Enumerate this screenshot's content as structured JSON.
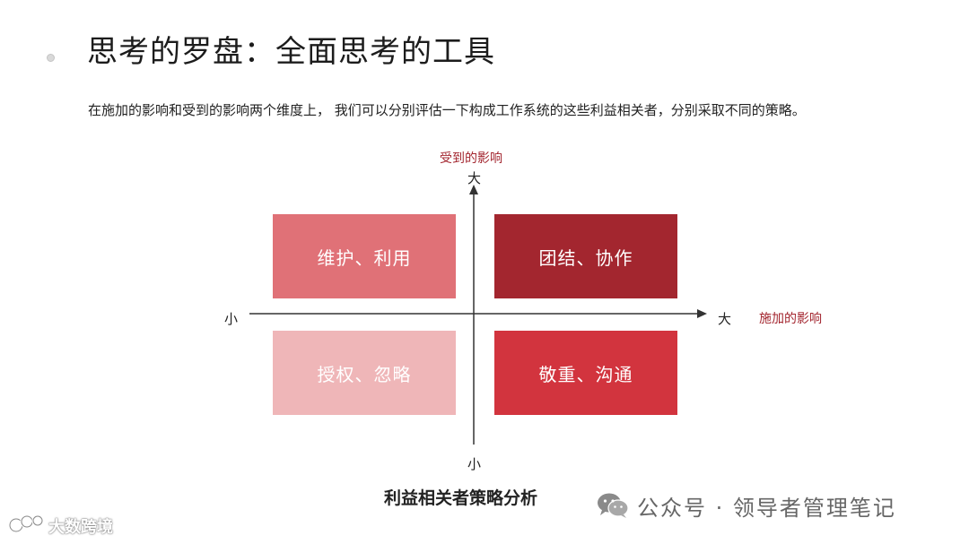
{
  "header": {
    "title": "思考的罗盘：全面思考的工具",
    "subtitle": "在施加的影响和受到的影响两个维度上， 我们可以分别评估一下构成工作系统的这些利益相关者，分别采取不同的策略。"
  },
  "diagram": {
    "y_axis": {
      "title": "受到的影响",
      "high_label": "大",
      "low_label": "小"
    },
    "x_axis": {
      "title": "施加的影响",
      "high_label": "大",
      "low_label": "小"
    },
    "quadrants": {
      "top_left": {
        "label": "维护、利用",
        "color": "#e07177"
      },
      "top_right": {
        "label": "团结、协作",
        "color": "#a3262f"
      },
      "bottom_left": {
        "label": "授权、忽略",
        "color": "#efb6b8"
      },
      "bottom_right": {
        "label": "敬重、沟通",
        "color": "#d2343e"
      }
    },
    "caption": "利益相关者策略分析"
  },
  "watermarks": {
    "wechat_icon": "wechat-icon",
    "wechat_text": "公众号 · 领导者管理笔记",
    "brand_icon": "weibo-style-logo-icon",
    "brand_text": "大数跨境"
  },
  "colors": {
    "axis_title": "#a3262f",
    "axis_line": "#333333"
  }
}
